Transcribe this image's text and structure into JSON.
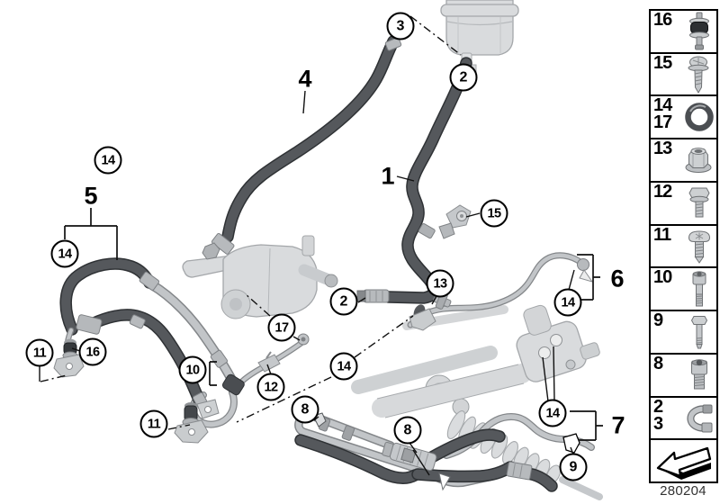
{
  "diagram": {
    "footer_code": "280204",
    "callouts": [
      {
        "label": "3",
        "style": "circled"
      },
      {
        "label": "2",
        "style": "circled"
      },
      {
        "label": "4",
        "style": "plain"
      },
      {
        "label": "1",
        "style": "plain"
      },
      {
        "label": "14",
        "style": "circled"
      },
      {
        "label": "5",
        "style": "plain"
      },
      {
        "label": "14",
        "style": "circled"
      },
      {
        "label": "15",
        "style": "circled"
      },
      {
        "label": "2",
        "style": "circled"
      },
      {
        "label": "13",
        "style": "circled"
      },
      {
        "label": "17",
        "style": "circled"
      },
      {
        "label": "14",
        "style": "circled"
      },
      {
        "label": "10",
        "style": "circled"
      },
      {
        "label": "12",
        "style": "circled"
      },
      {
        "label": "11",
        "style": "circled"
      },
      {
        "label": "16",
        "style": "circled"
      },
      {
        "label": "11",
        "style": "circled"
      },
      {
        "label": "8",
        "style": "circled"
      },
      {
        "label": "8",
        "style": "circled"
      },
      {
        "label": "6",
        "style": "plain"
      },
      {
        "label": "14",
        "style": "circled"
      },
      {
        "label": "14",
        "style": "circled"
      },
      {
        "label": "7",
        "style": "plain"
      },
      {
        "label": "9",
        "style": "circled"
      }
    ]
  },
  "legend": {
    "items": [
      {
        "labels": [
          "16"
        ],
        "icon": "rubber-mount-icon"
      },
      {
        "labels": [
          "15"
        ],
        "icon": "washer-screw-icon"
      },
      {
        "labels": [
          "14",
          "17"
        ],
        "icon": "o-ring-icon"
      },
      {
        "labels": [
          "13"
        ],
        "icon": "flange-nut-icon"
      },
      {
        "labels": [
          "12"
        ],
        "icon": "flange-bolt-icon"
      },
      {
        "labels": [
          "11"
        ],
        "icon": "pan-head-screw-icon"
      },
      {
        "labels": [
          "10"
        ],
        "icon": "socket-bolt-long-icon"
      },
      {
        "labels": [
          "9"
        ],
        "icon": "hex-bolt-icon"
      },
      {
        "labels": [
          "8"
        ],
        "icon": "socket-bolt-short-icon"
      },
      {
        "labels": [
          "2",
          "3"
        ],
        "icon": "hose-clamp-icon"
      },
      {
        "labels": [],
        "icon": "direction-arrow-icon"
      }
    ]
  },
  "colors": {
    "background": "#ffffff",
    "outline": "#000000",
    "hose": "#55585c",
    "hose_edge": "#2f3235",
    "metal_pipe": "#c2c5c8",
    "light_part": "#d9dbdd",
    "footer_text": "#323232"
  }
}
